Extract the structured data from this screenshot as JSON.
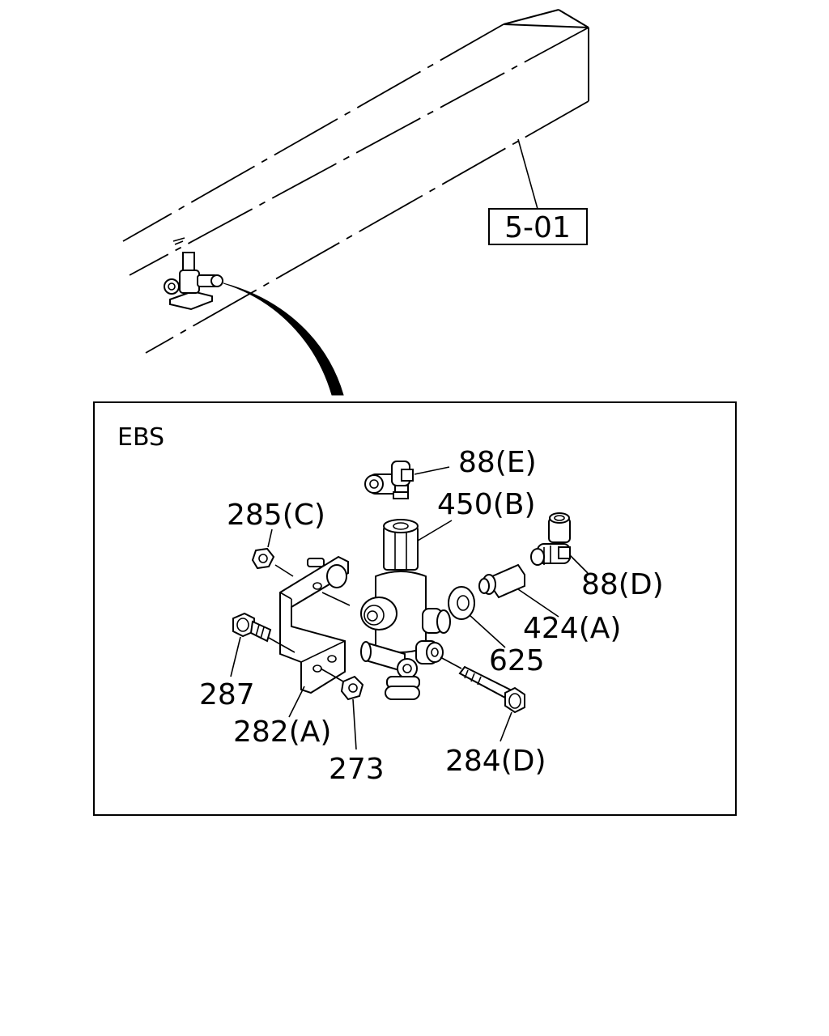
{
  "reference_box": {
    "label": "5-01"
  },
  "detail_box": {
    "title": "EBS"
  },
  "callouts": {
    "c88e": "88(E)",
    "c450b": "450(B)",
    "c285c": "285(C)",
    "c88d": "88(D)",
    "c424a": "424(A)",
    "c625": "625",
    "c287": "287",
    "c282a": "282(A)",
    "c273": "273",
    "c284d": "284(D)"
  },
  "colors": {
    "line": "#000000",
    "background": "#ffffff"
  }
}
